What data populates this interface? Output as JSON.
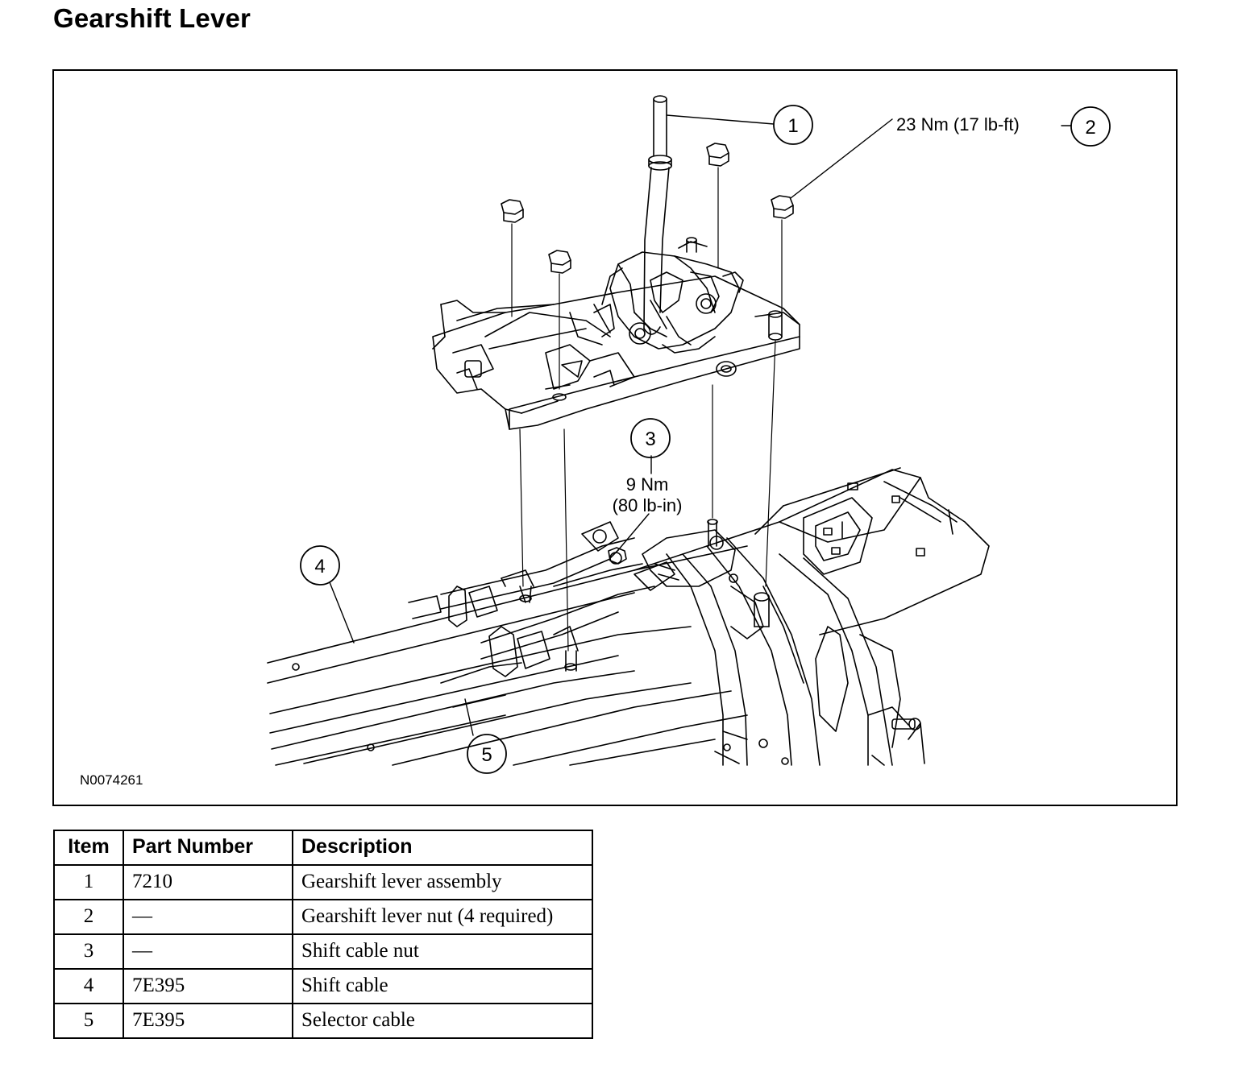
{
  "title": "Gearshift Lever",
  "figure": {
    "id": "N0074261",
    "callouts": [
      {
        "num": "1"
      },
      {
        "num": "2",
        "torque": "23 Nm (17 lb-ft)"
      },
      {
        "num": "3",
        "torque_line1": "9 Nm",
        "torque_line2": "(80 lb-in)"
      },
      {
        "num": "4"
      },
      {
        "num": "5"
      }
    ]
  },
  "table": {
    "headers": {
      "item": "Item",
      "part_number": "Part Number",
      "description": "Description"
    },
    "rows": [
      {
        "item": "1",
        "part_number": "7210",
        "description": "Gearshift lever assembly"
      },
      {
        "item": "2",
        "part_number": "—",
        "description": "Gearshift lever nut (4 required)"
      },
      {
        "item": "3",
        "part_number": "—",
        "description": "Shift cable nut"
      },
      {
        "item": "4",
        "part_number": "7E395",
        "description": "Shift cable"
      },
      {
        "item": "5",
        "part_number": "7E395",
        "description": "Selector cable"
      }
    ]
  }
}
